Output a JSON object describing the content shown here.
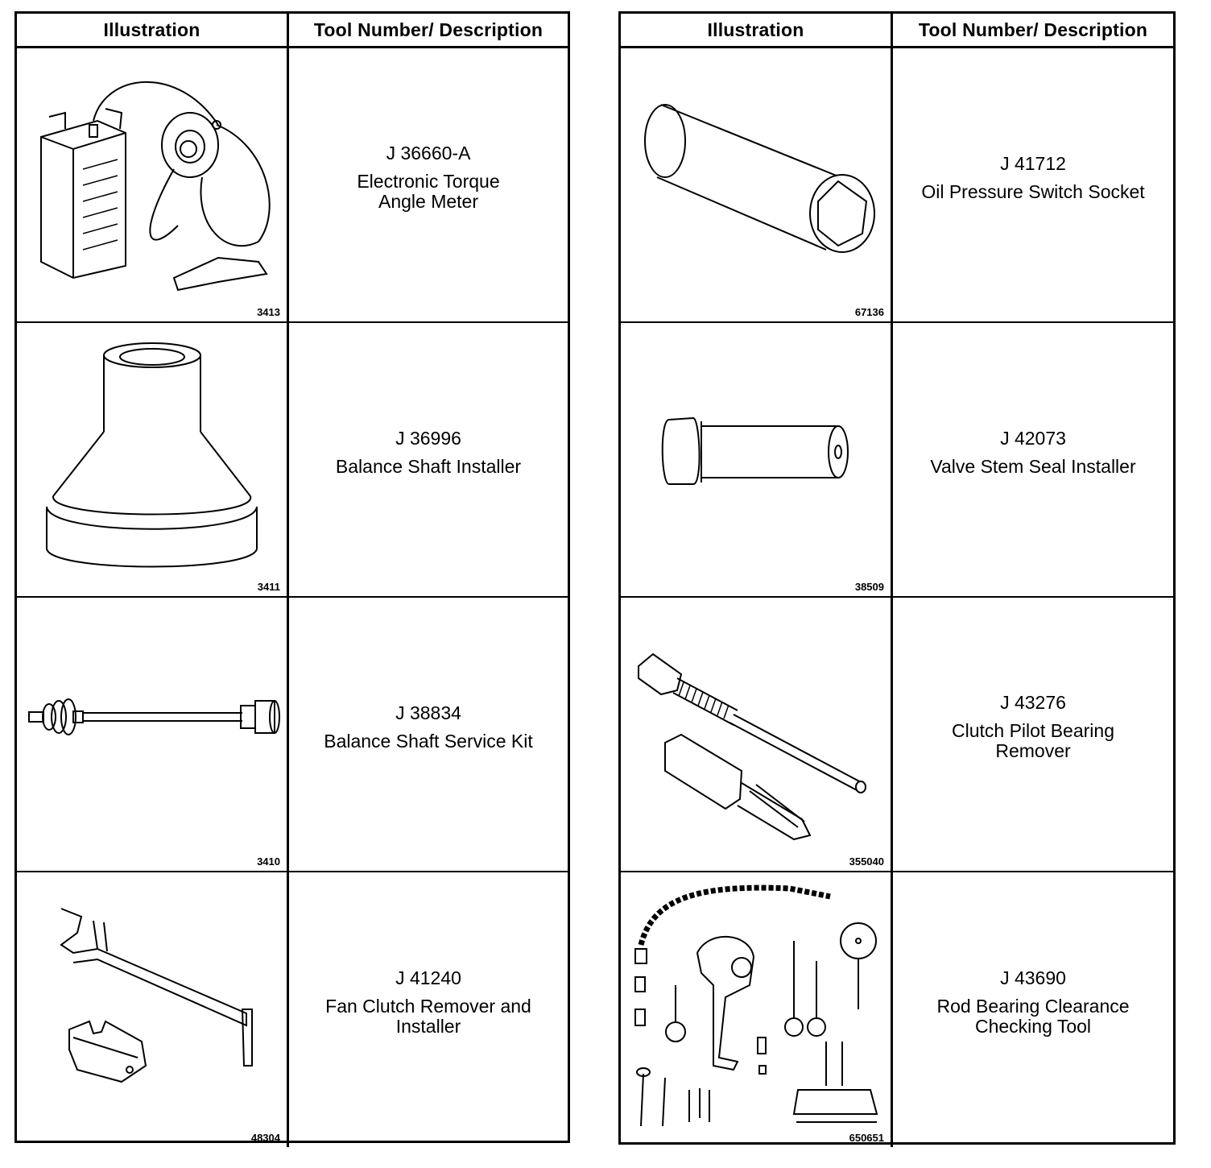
{
  "left_table": {
    "header": {
      "illustration": "Illustration",
      "description": "Tool Number/ Description"
    },
    "rows": [
      {
        "figure": "3413",
        "tool_number": "J 36660-A",
        "tool_name": "Electronic Torque\nAngle Meter"
      },
      {
        "figure": "3411",
        "tool_number": "J 36996",
        "tool_name": "Balance Shaft Installer"
      },
      {
        "figure": "3410",
        "tool_number": "J 38834",
        "tool_name": "Balance Shaft Service Kit"
      },
      {
        "figure": "48304",
        "tool_number": "J 41240",
        "tool_name": "Fan Clutch Remover and\nInstaller"
      }
    ]
  },
  "right_table": {
    "header": {
      "illustration": "Illustration",
      "description": "Tool Number/ Description"
    },
    "rows": [
      {
        "figure": "67136",
        "tool_number": "J 41712",
        "tool_name": "Oil Pressure Switch Socket"
      },
      {
        "figure": "38509",
        "tool_number": "J 42073",
        "tool_name": "Valve Stem Seal Installer"
      },
      {
        "figure": "355040",
        "tool_number": "J 43276",
        "tool_name": "Clutch Pilot Bearing\nRemover"
      },
      {
        "figure": "650651",
        "tool_number": "J 43690",
        "tool_name": "Rod Bearing Clearance\nChecking Tool"
      }
    ]
  }
}
